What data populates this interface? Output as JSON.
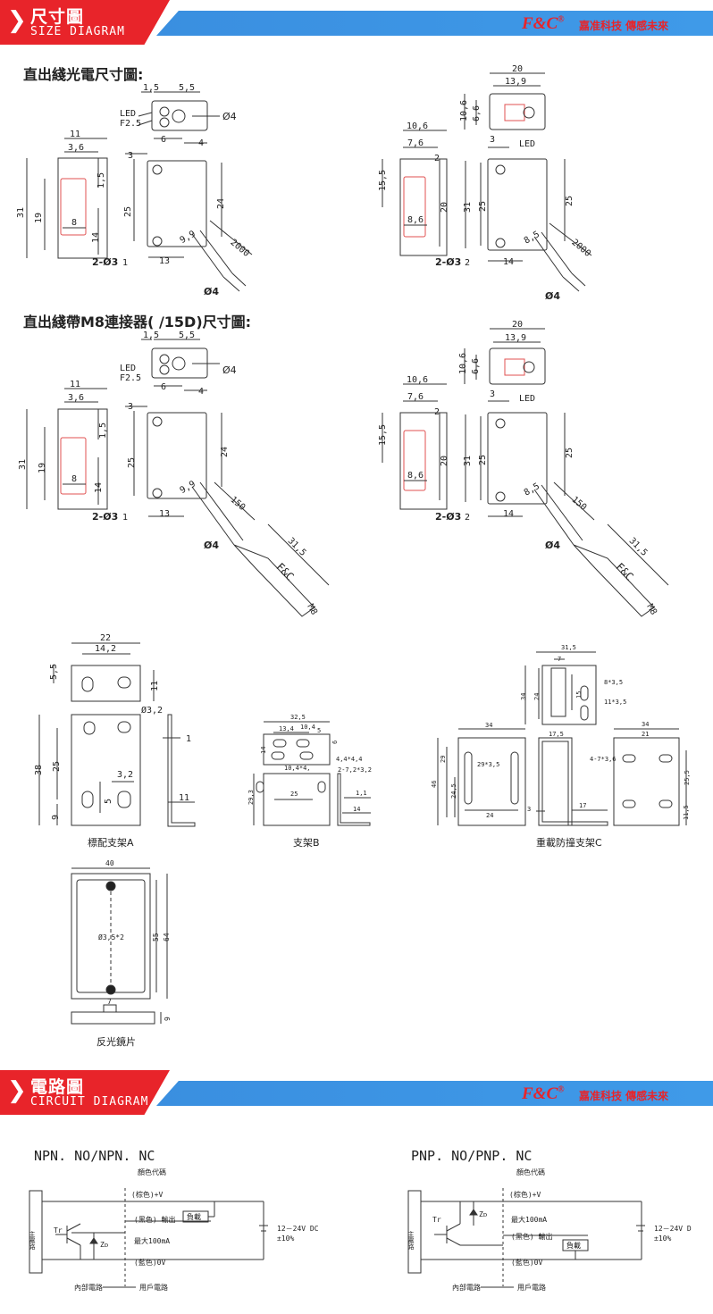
{
  "size_banner": {
    "title": "尺寸圖",
    "subtitle": "SIZE DIAGRAM",
    "logo": "F&C",
    "logo_mark": "®",
    "slogan": "嘉准科技 傳感未來"
  },
  "circuit_banner": {
    "title": "電路圖",
    "subtitle": "CIRCUIT DIAGRAM",
    "logo": "F&C",
    "logo_mark": "®",
    "slogan": "嘉准科技 傳感未來"
  },
  "section1_title": "直出綫光電尺寸圖:",
  "section2_title": "直出綫帶M8連接器( /15D)尺寸圖:",
  "sensor_left": {
    "dims": [
      "1,5",
      "5,5",
      "11",
      "3,6",
      "6",
      "4",
      "3",
      "31",
      "19",
      "1,5",
      "25",
      "24",
      "8",
      "14",
      "9,9",
      "2000",
      "13"
    ],
    "led": "LED",
    "f25": "F2.5",
    "phi4": "Ø4",
    "phi4_cable": "Ø4",
    "holes": "2-Ø3",
    "hole_num": "1"
  },
  "sensor_right": {
    "dims": [
      "20",
      "13,9",
      "10,6",
      "6,6",
      "10,6",
      "7,6",
      "3",
      "2",
      "15,5",
      "20",
      "31",
      "25",
      "25",
      "8,6",
      "8,5",
      "2000",
      "14"
    ],
    "led": "LED",
    "phi4_cable": "Ø4",
    "holes": "2-Ø3",
    "hole_num": "2"
  },
  "sensor_m8_left": {
    "dims": [
      "1,5",
      "5,5",
      "11",
      "3,6",
      "6",
      "4",
      "3",
      "31",
      "19",
      "1,5",
      "25",
      "24",
      "8",
      "14",
      "9,9",
      "150",
      "13",
      "31,5"
    ],
    "led": "LED",
    "f25": "F2.5",
    "phi4": "Ø4",
    "phi4_cable": "Ø4",
    "holes": "2-Ø3",
    "hole_num": "1",
    "brand": "F&C",
    "m8": "M8"
  },
  "sensor_m8_right": {
    "dims": [
      "20",
      "13,9",
      "10,6",
      "6,6",
      "10,6",
      "7,6",
      "3",
      "2",
      "15,5",
      "20",
      "31",
      "25",
      "25",
      "8,6",
      "8,5",
      "150",
      "14",
      "31,5"
    ],
    "led": "LED",
    "phi4_cable": "Ø4",
    "holes": "2-Ø3",
    "hole_num": "2",
    "brand": "F&C",
    "m8": "M8"
  },
  "bracket_a": {
    "dims": [
      "22",
      "14,2",
      "5,5",
      "11",
      "Ø3,2",
      "38",
      "25",
      "3,2",
      "5",
      "9",
      "1",
      "11"
    ],
    "caption": "標配支架A"
  },
  "bracket_b": {
    "dims": [
      "32,5",
      "13,4",
      "10,4",
      "5",
      "14",
      "6",
      "4,4*4,4",
      "10,4*4,",
      "2-7,2*3,2",
      "25",
      "29,3",
      "1,1",
      "14"
    ],
    "caption": "支架B"
  },
  "bracket_c": {
    "dims": [
      "31,5",
      "7",
      "8*3,5",
      "34",
      "24",
      "15",
      "11*3,5",
      "34",
      "17,5",
      "34",
      "21",
      "4-7*3,6",
      "29*3,5",
      "46",
      "29",
      "24,5",
      "24",
      "3",
      "17",
      "25,5",
      "11,5"
    ],
    "caption": "重載防撞支架C"
  },
  "reflector": {
    "dims": [
      "40",
      "Ø3,5*2",
      "55",
      "64",
      "7",
      "9"
    ],
    "caption": "反光鏡片"
  },
  "npn": {
    "title": "NPN. NO/NPN. NC",
    "wire_color_header": "顏色代碼",
    "v_plus": "(棕色)+V",
    "output": "(黑色) 輸出",
    "max_current": "最大100mA",
    "zero_v": "(藍色)0V",
    "load": "負載",
    "supply": "12－24V DC",
    "tolerance": "±10%",
    "main_circuit": "主電路",
    "tr": "Tr",
    "zd": "Zᴅ",
    "internal": "內部電路",
    "user": "用戶電路"
  },
  "pnp": {
    "title": "PNP. NO/PNP. NC",
    "wire_color_header": "顏色代碼",
    "v_plus": "(棕色)+V",
    "max_current": "最大100mA",
    "output": "(黑色) 輸出",
    "zero_v": "(藍色)0V",
    "load": "負載",
    "supply": "12－24V D",
    "tolerance": "±10%",
    "main_circuit": "主電路",
    "tr": "Tr",
    "zd": "Zᴅ",
    "internal": "內部電路",
    "user": "用戶電路"
  },
  "colors": {
    "red": "#e8242a",
    "blue": "#3a8fe0",
    "line": "#333333",
    "led_red": "#e05050"
  }
}
